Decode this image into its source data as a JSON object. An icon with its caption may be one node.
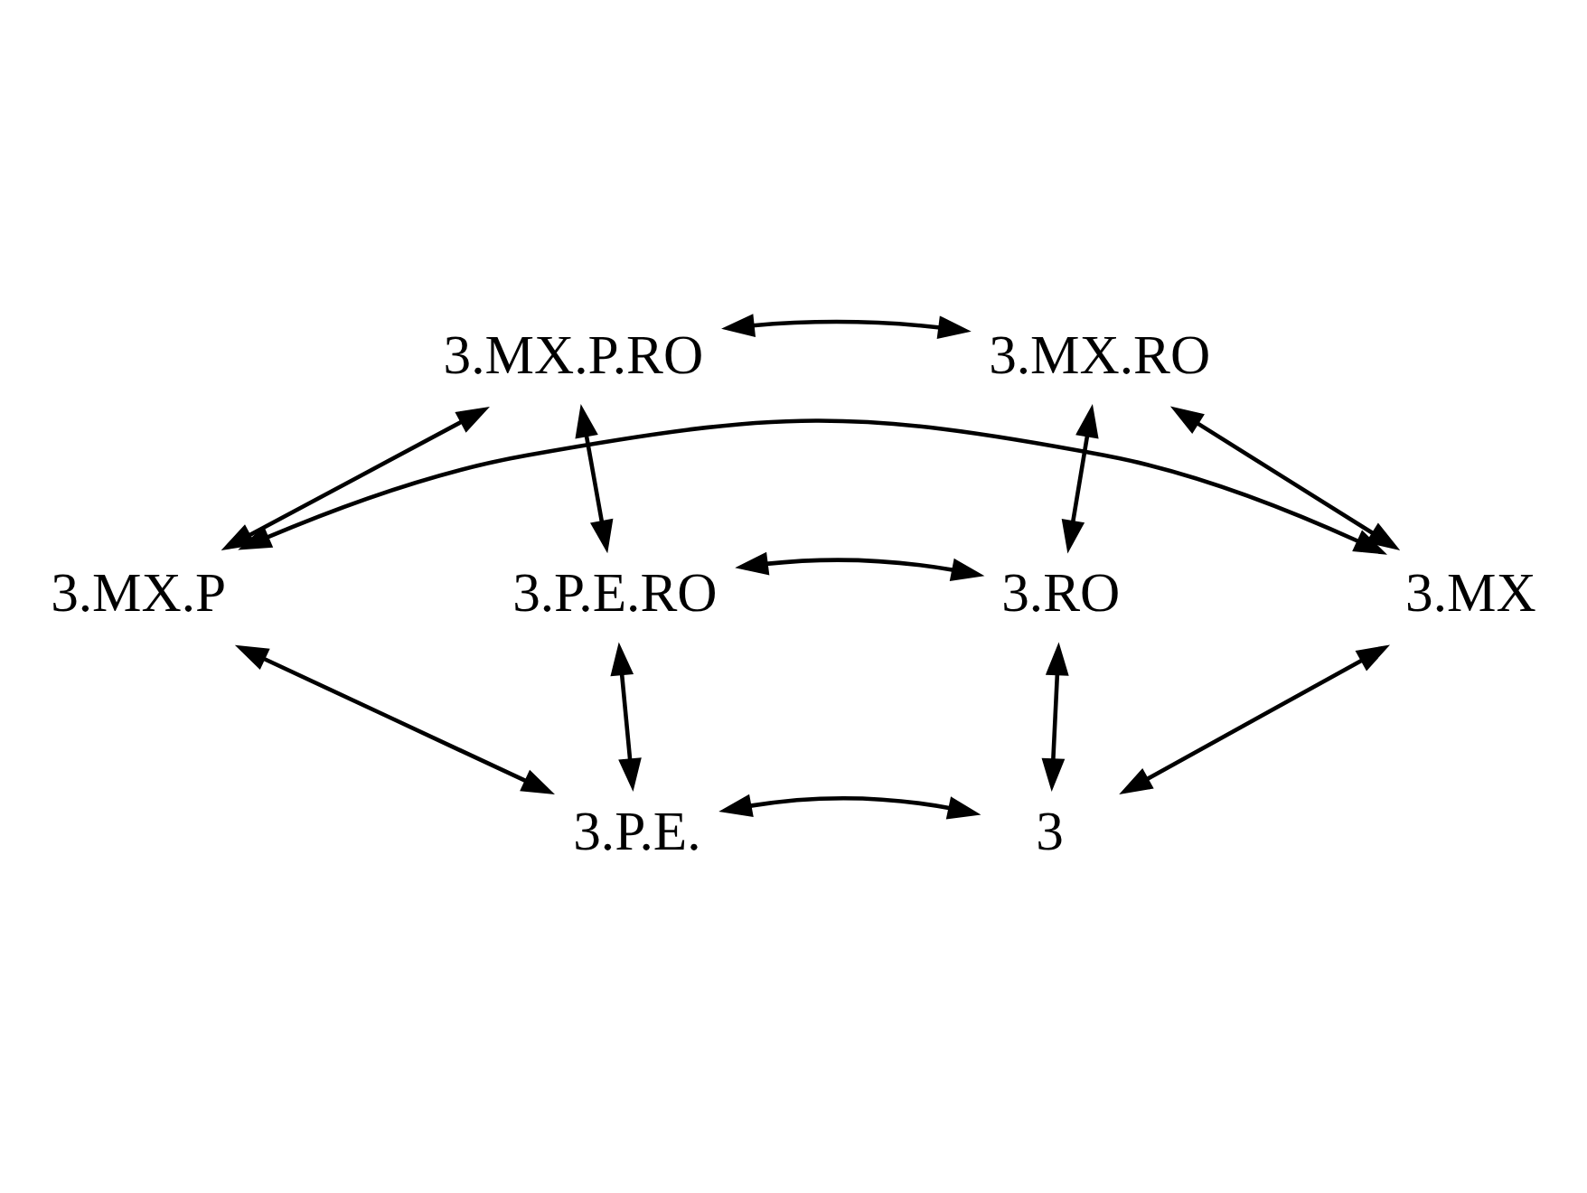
{
  "diagram": {
    "nodes": [
      {
        "text": [
          "3.MX.P.RO"
        ]
      },
      {
        "text": [
          "3.MX.RO"
        ]
      },
      {
        "text": [
          "3.P.E.RO"
        ]
      },
      {
        "text": [
          "3.RO"
        ]
      },
      {
        "text": [
          "3.MX.P"
        ]
      },
      {
        "text": [
          "3.MX"
        ]
      },
      {
        "text": [
          "3.P.E."
        ]
      },
      {
        "text": [
          "3"
        ]
      }
    ],
    "edges": [
      {
        "from": 0,
        "to": 1,
        "arrow": "both"
      },
      {
        "from": 0,
        "to": 2,
        "arrow": "both"
      },
      {
        "from": 0,
        "to": 4,
        "arrow": "both"
      },
      {
        "from": 1,
        "to": 3,
        "arrow": "both"
      },
      {
        "from": 1,
        "to": 5,
        "arrow": "both"
      },
      {
        "from": 2,
        "to": 3,
        "arrow": "both"
      },
      {
        "from": 2,
        "to": 6,
        "arrow": "both"
      },
      {
        "from": 3,
        "to": 7,
        "arrow": "both"
      },
      {
        "from": 4,
        "to": 5,
        "arrow": "both"
      },
      {
        "from": 4,
        "to": 6,
        "arrow": "both"
      },
      {
        "from": 5,
        "to": 7,
        "arrow": "both"
      },
      {
        "from": 6,
        "to": 7,
        "arrow": "both"
      }
    ]
  }
}
